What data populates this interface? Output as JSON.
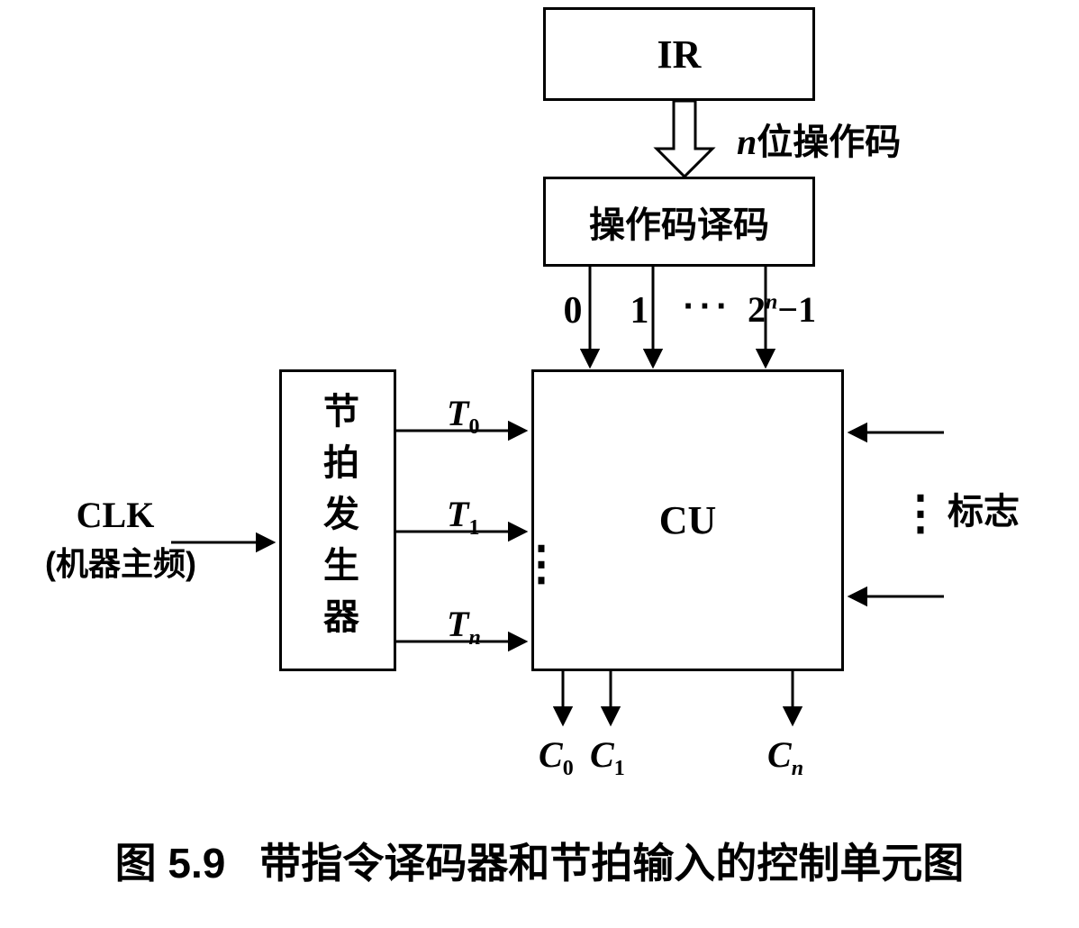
{
  "figure": {
    "caption_prefix": "图 5.9",
    "caption_text": "带指令译码器和节拍输入的控制单元图"
  },
  "blocks": {
    "ir": "IR",
    "decoder": "操作码译码",
    "cu": "CU",
    "timing_generator": "节拍发生器"
  },
  "labels": {
    "opcode_italic": "n",
    "opcode_text": "位操作码",
    "out0": "0",
    "out1": "1",
    "out_dots": "···",
    "outlast_base": "2",
    "outlast_sup": "n",
    "outlast_rest": "−1",
    "clk": "CLK",
    "clk_sub": "(机器主频)",
    "t_base": "T",
    "t0_sub": "0",
    "t1_sub": "1",
    "t_dots": "⋮",
    "tn_sub": "n",
    "flag_dots": "⋮",
    "flags": "标志",
    "c_base": "C",
    "c0_sub": "0",
    "c1_sub": "1",
    "cn_sub": "n"
  },
  "colors": {
    "line": "#000000",
    "background": "#ffffff"
  }
}
